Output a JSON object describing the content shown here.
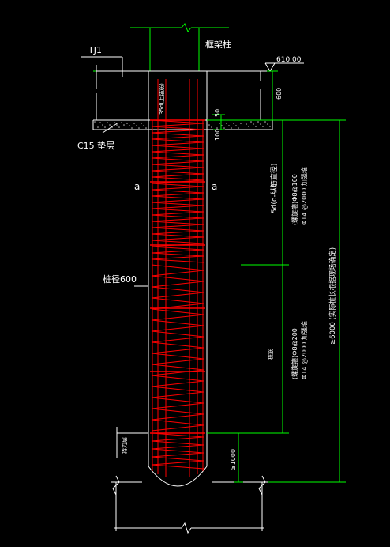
{
  "drawing": {
    "labels": {
      "frame_column": "框架柱",
      "tj1": "TJ1",
      "elevation": "610.00",
      "dim_600": "600",
      "anchor_35d": "35d(上锚筋)",
      "dim_100": "100",
      "dim_50": "50",
      "c15_cushion": "C15 垫层",
      "section_left": "a",
      "section_right": "a",
      "dense_zone": "5d(d-纵筋直径)",
      "spiral_dense_1": "(螺旋箍)Φ8@100",
      "spiral_dense_2": "Φ14 @2000 加强箍",
      "pile_dia": "桩径600",
      "rebar_note": "桩筋",
      "spiral_normal_1": "(螺旋箍)Φ8@200",
      "spiral_normal_2": "Φ14 @2000 加强箍",
      "total_len": "≥6000 (实际桩长根据现场确定)",
      "bearing_layer": "持力层",
      "dim_1000": "≥1000"
    },
    "colors": {
      "background": "#000000",
      "outline": "#ffffff",
      "rebar": "#ff0000",
      "dimension": "#00ff00",
      "text": "#ffffff"
    }
  }
}
